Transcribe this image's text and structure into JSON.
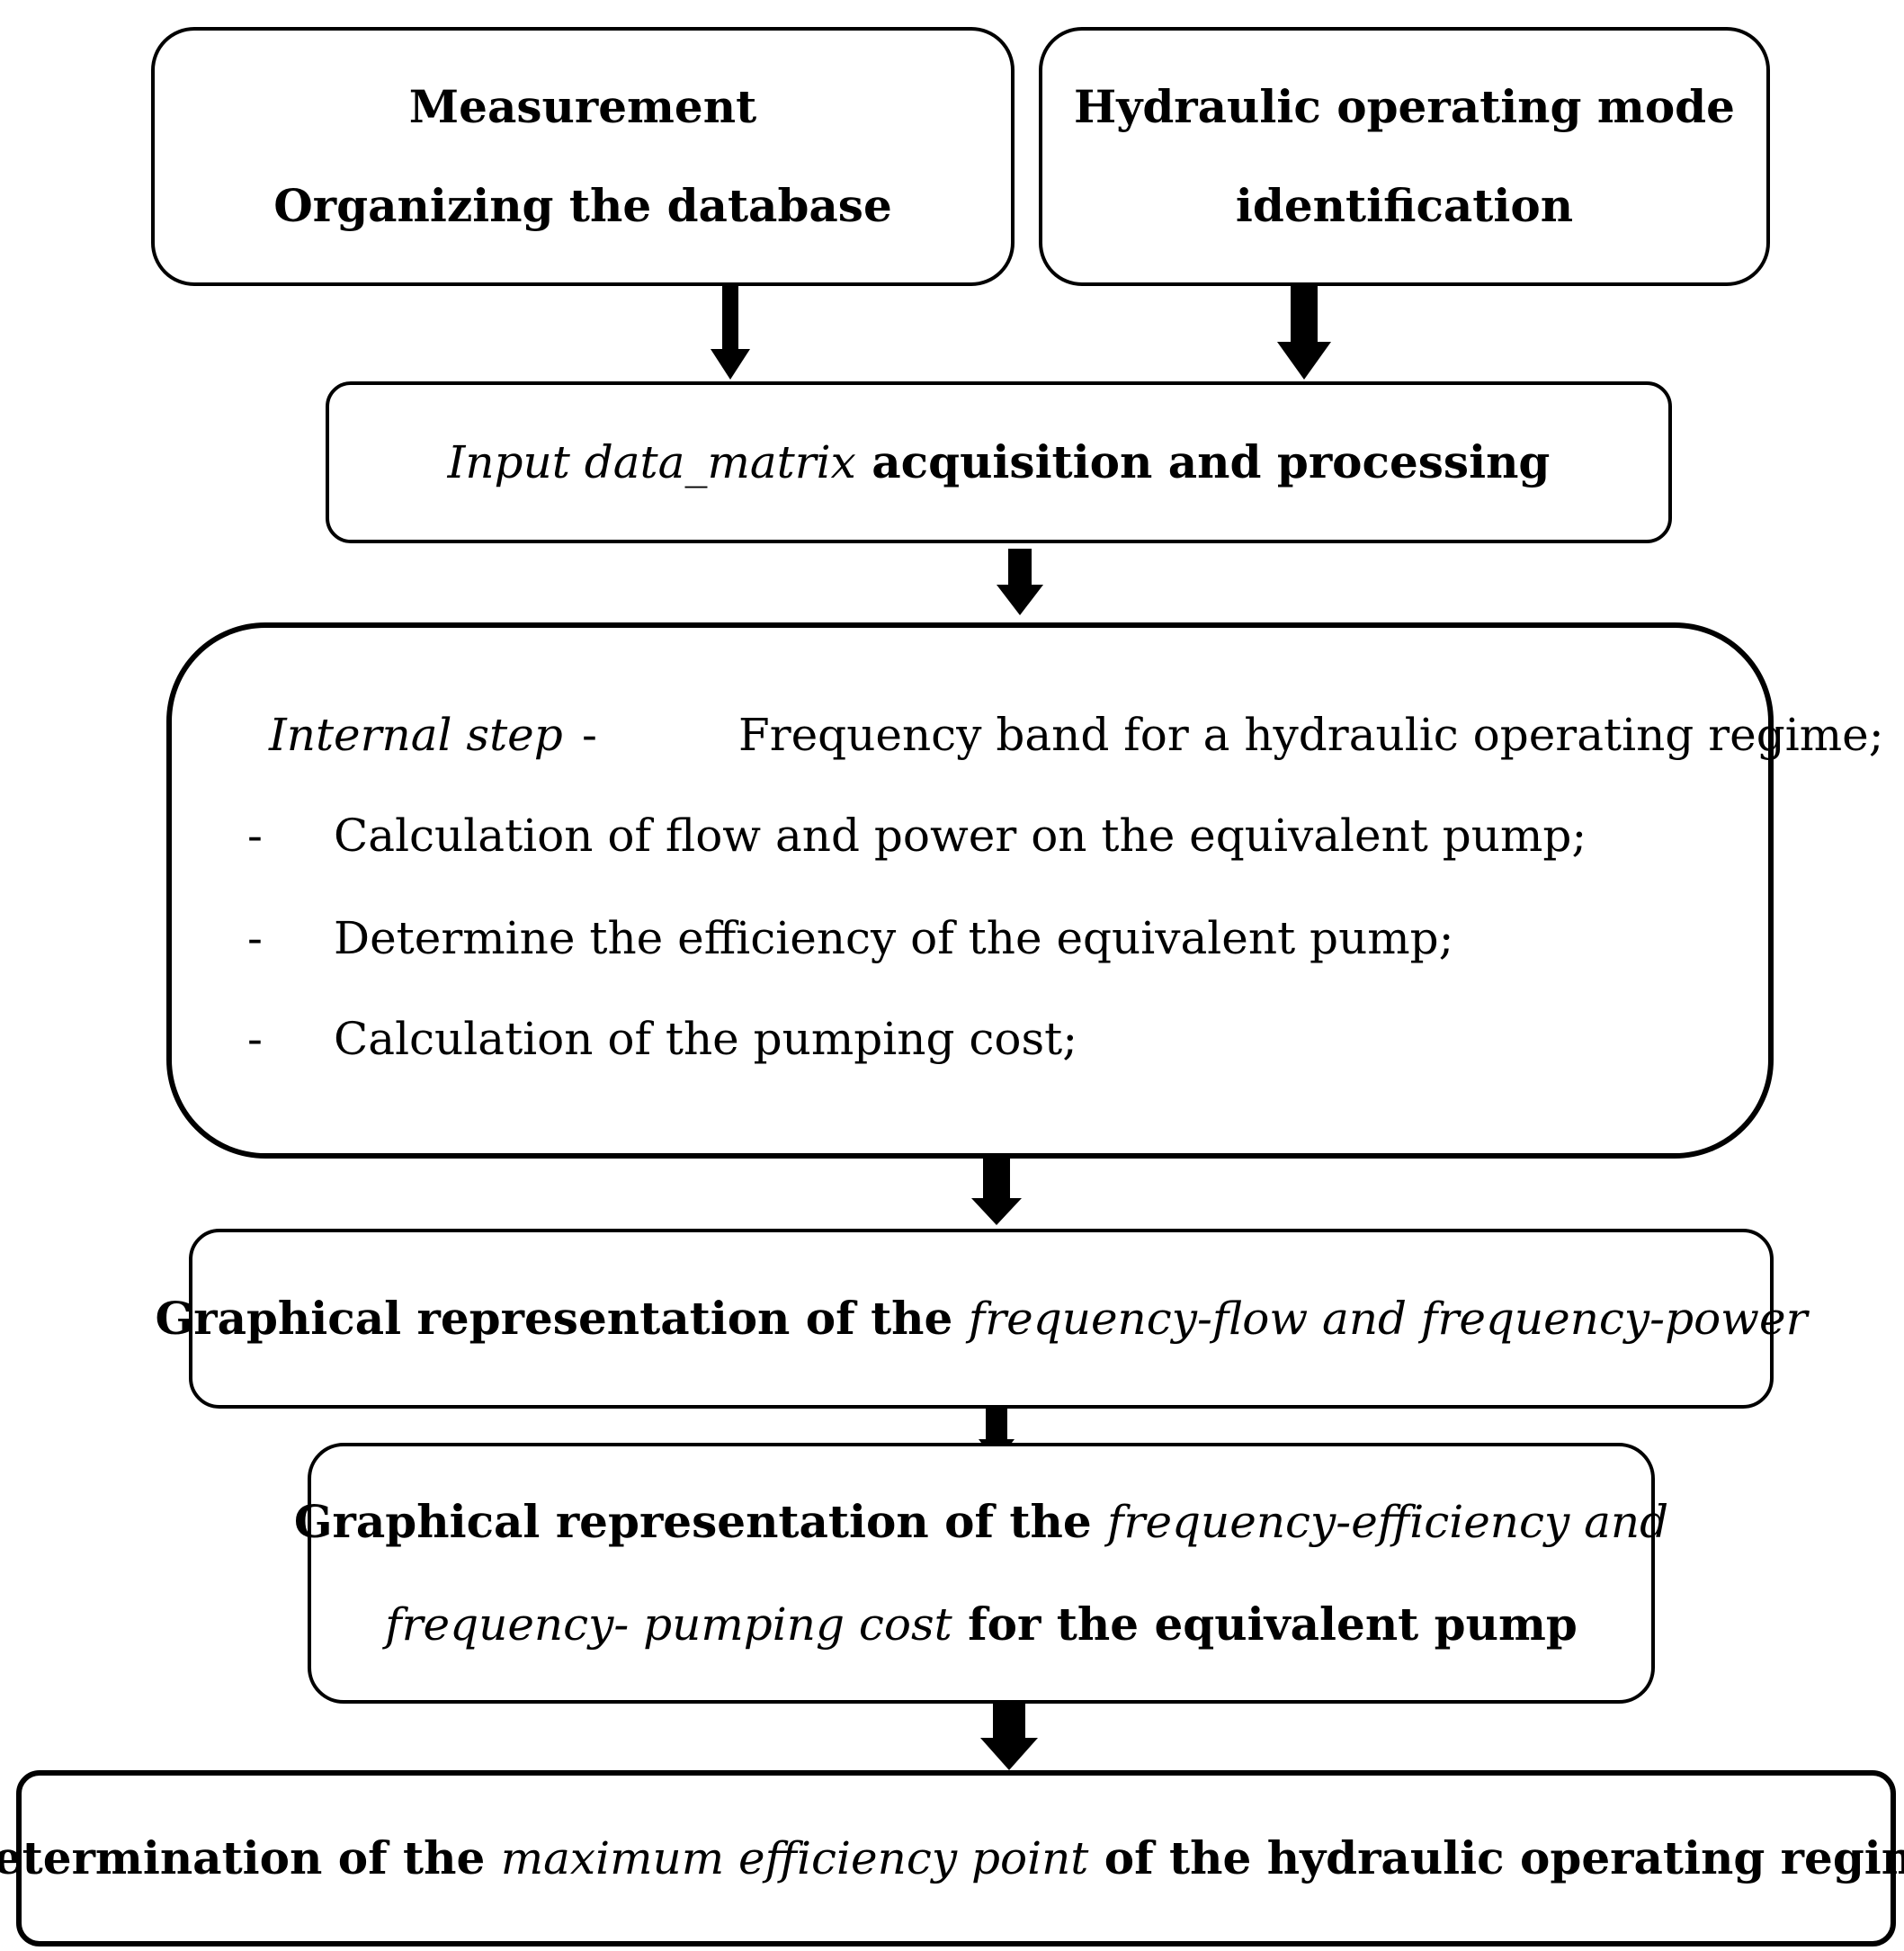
{
  "box1": {
    "line1": "Measurement",
    "line2": "Organizing the database"
  },
  "box2": {
    "line1": "Hydraulic operating mode",
    "line2": "identification"
  },
  "box3": {
    "italic": "Input data_matrix",
    "rest": " acquisition and processing"
  },
  "box4": {
    "label": "Internal step",
    "dash": "-",
    "items": [
      "Frequency band for a hydraulic operating regime;",
      "Calculation of flow and power on the equivalent pump;",
      "Determine the efficiency of the equivalent pump;",
      "Calculation of the pumping cost;"
    ]
  },
  "box5": {
    "text": "Graphical representation of the ",
    "italic": "frequency-flow and frequency-power"
  },
  "box6": {
    "text1": "Graphical representation of the ",
    "italic1": "frequency-efficiency and",
    "italic2": "frequency- pumping cost",
    "text2": " for the equivalent pump"
  },
  "box7": {
    "text1": "Determination of the ",
    "italic": "maximum efficiency point",
    "text2": " of the hydraulic operating regime"
  }
}
